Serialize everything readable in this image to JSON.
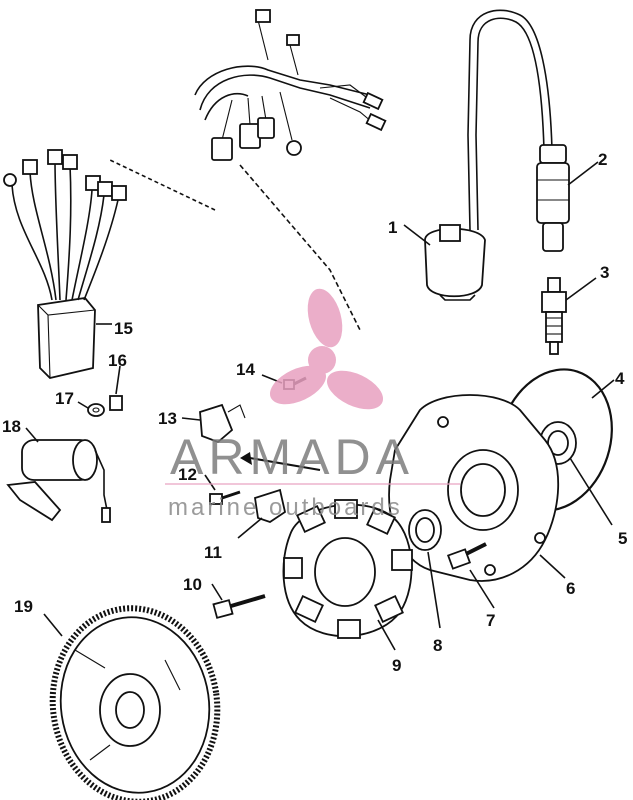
{
  "diagram": {
    "callouts": [
      "1",
      "2",
      "3",
      "4",
      "5",
      "6",
      "7",
      "8",
      "9",
      "10",
      "11",
      "12",
      "13",
      "14",
      "15",
      "16",
      "17",
      "18",
      "19"
    ]
  },
  "watermark": {
    "brand": "ARMADA",
    "tagline": "marine outboards",
    "logo_color": "#e8a0c0",
    "text_color": "#7d7d7d"
  }
}
